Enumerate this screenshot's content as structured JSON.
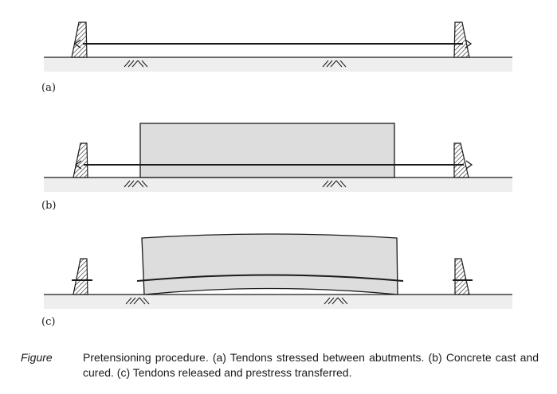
{
  "diagram": {
    "panels": [
      {
        "label": "(a)",
        "stage": "tendons-stressed"
      },
      {
        "label": "(b)",
        "stage": "concrete-cast"
      },
      {
        "label": "(c)",
        "stage": "prestress-transferred"
      }
    ],
    "colors": {
      "ground": "#eeeeee",
      "concrete": "#dddddd",
      "stroke": "#1a1a1a"
    }
  },
  "caption": {
    "label": "Figure",
    "text": "Pretensioning procedure. (a) Tendons stressed between abutments. (b) Concrete cast and cured. (c) Tendons released and prestress transferred."
  }
}
